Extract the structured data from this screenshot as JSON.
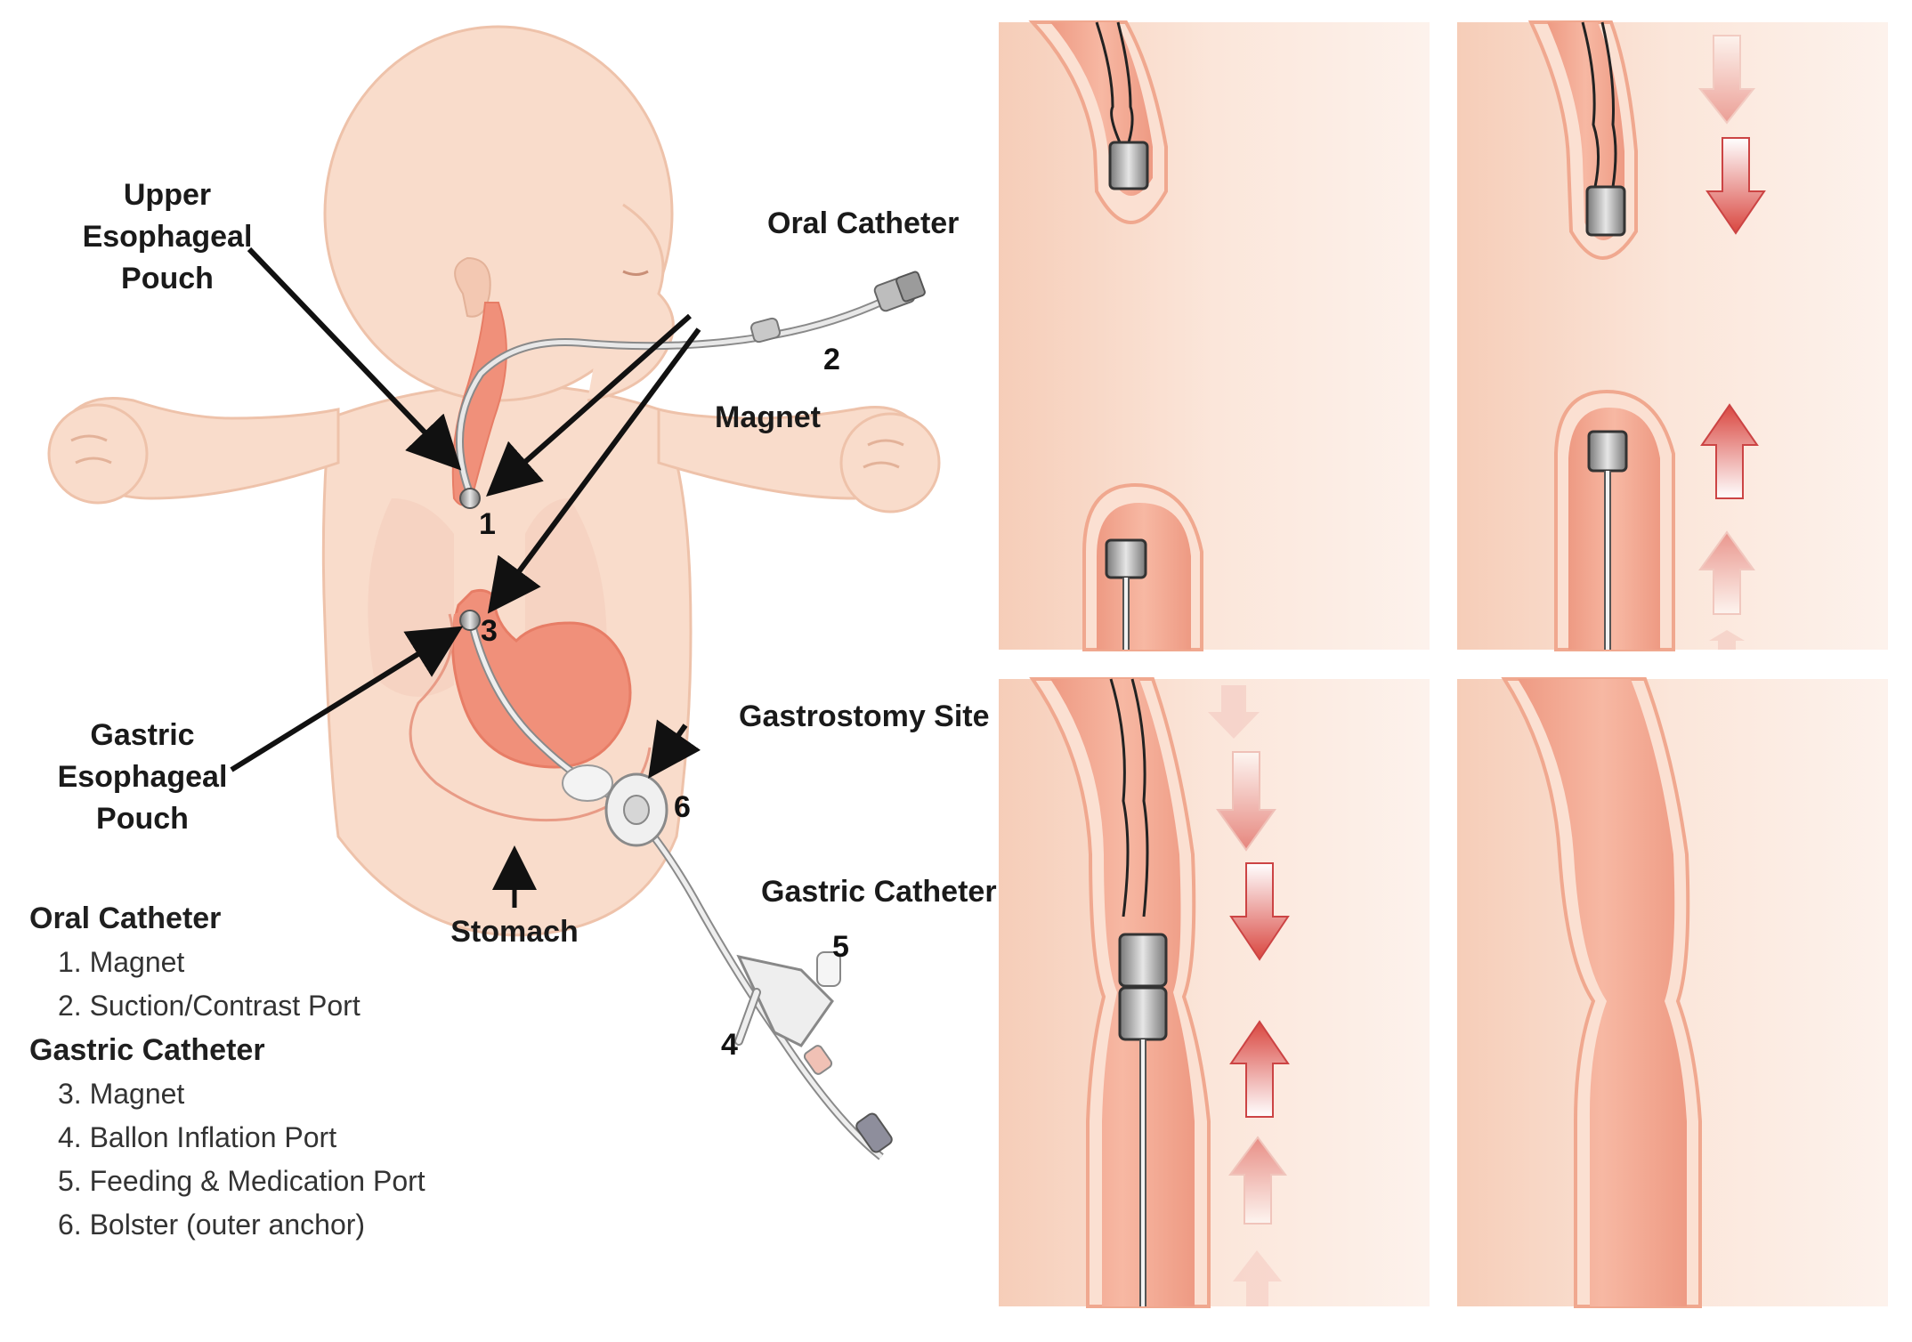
{
  "labels": {
    "upper_pouch": [
      "Upper",
      "Esophageal",
      "Pouch"
    ],
    "oral_catheter": "Oral Catheter",
    "magnet": "Magnet",
    "gastric_pouch": [
      "Gastric",
      "Esophageal",
      "Pouch"
    ],
    "gastrostomy_site": "Gastrostomy Site",
    "gastric_catheter": "Gastric Catheter",
    "stomach": "Stomach"
  },
  "numbers": [
    "1",
    "2",
    "3",
    "4",
    "5",
    "6"
  ],
  "legend": {
    "oral_heading": "Oral Catheter",
    "oral_items": [
      "1. Magnet",
      "2. Suction/Contrast Port"
    ],
    "gastric_heading": "Gastric Catheter",
    "gastric_items": [
      "3. Magnet",
      "4. Ballon Inflation Port",
      "5. Feeding & Medication Port",
      "6. Bolster (outer anchor)"
    ]
  },
  "colors": {
    "skin": "#f9dccb",
    "skin_shade": "#f0c4ab",
    "tissue": "#f0907a",
    "tissue_light": "#f6b39f",
    "panel_bg": "#fbe6da",
    "arrow_red": "#d9463f",
    "magnet_gray": "#9a9a9a"
  },
  "panels": [
    "separated-pouches",
    "magnets-attracting",
    "magnets-joined",
    "anastomosis-formed"
  ]
}
